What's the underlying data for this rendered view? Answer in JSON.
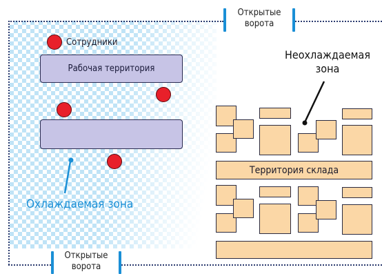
{
  "gates": {
    "top_label": "Открытые ворота",
    "bottom_label": "Открытые ворота"
  },
  "labels": {
    "employees": "Сотрудники",
    "work_area": "Рабочая территория",
    "uncooled_zone": "Неохлаждаемая зона",
    "cooled_zone": "Охлаждаемая зона",
    "warehouse_area": "Территория склада"
  },
  "colors": {
    "cooled": "#1a8fd6",
    "employee": "#e8202a",
    "work_bar": "#c7c4e6",
    "storage_box": "#fbd7a6",
    "wall": "#2a3a6e"
  }
}
